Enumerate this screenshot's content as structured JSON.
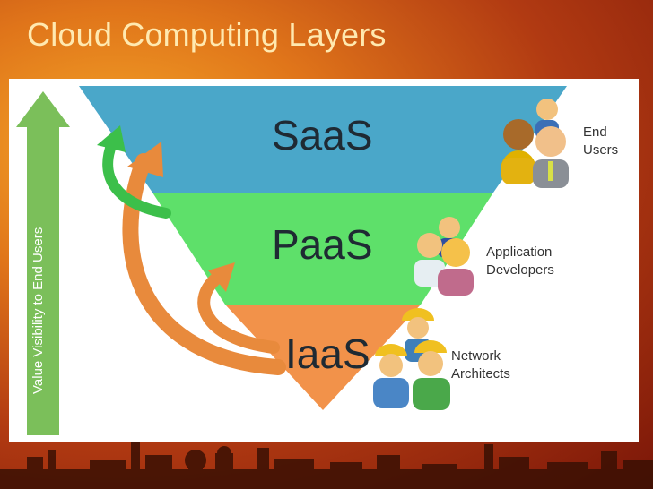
{
  "slide": {
    "title": "Cloud Computing Layers"
  },
  "layers": [
    {
      "name": "SaaS",
      "color": "#4aa7c9"
    },
    {
      "name": "PaaS",
      "color": "#5ee06a"
    },
    {
      "name": "IaaS",
      "color": "#f2924a"
    }
  ],
  "roles": [
    {
      "line1": "End",
      "line2": "Users"
    },
    {
      "line1": "Application",
      "line2": "Developers"
    },
    {
      "line1": "Network",
      "line2": "Architects"
    }
  ],
  "axis": {
    "label": "Value Visibility to End Users",
    "color": "#7bbf5a"
  }
}
